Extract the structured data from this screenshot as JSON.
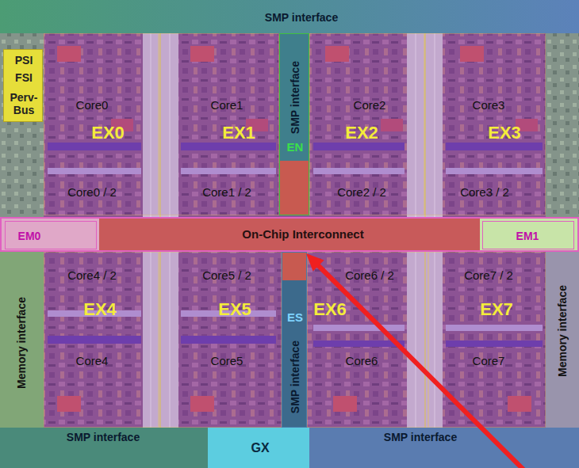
{
  "diagram": {
    "nodes": [
      {
        "text": [
          "SMP interface"
        ]
      },
      {
        "text": [
          "PSI",
          "FSI",
          "Perv- Bus"
        ]
      },
      {
        "text": [
          "Core0",
          "EX0",
          "Core0 / 2"
        ]
      },
      {
        "text": [
          "Core1",
          "EX1",
          "Core1 / 2"
        ]
      },
      {
        "text": [
          "SMP interface",
          "EN"
        ]
      },
      {
        "text": [
          "Core2",
          "EX2",
          "Core2 / 2"
        ]
      },
      {
        "text": [
          "Core3",
          "EX3",
          "Core3 / 2"
        ]
      },
      {
        "text": [
          "On-Chip Interconnect"
        ]
      },
      {
        "text": [
          "EM0"
        ],
        "in": 7
      },
      {
        "text": [
          "EM1"
        ],
        "in": 7
      },
      {
        "text": [
          "Memory interface"
        ]
      },
      {
        "text": [
          "Core4 / 2",
          "EX4",
          "Core4"
        ]
      },
      {
        "text": [
          "Core5 / 2",
          "EX5",
          "Core5"
        ]
      },
      {
        "text": [
          "ES",
          "SMP interface"
        ]
      },
      {
        "text": [
          "Core6 / 2",
          "EX6",
          "Core6"
        ]
      },
      {
        "text": [
          "Core7 / 2",
          "EX7",
          "Core7"
        ]
      },
      {
        "text": [
          "Memory interface"
        ]
      },
      {
        "text": [
          "SMP interface"
        ]
      },
      {
        "text": [
          "GX"
        ]
      },
      {
        "text": [
          "SMP interface"
        ]
      }
    ]
  }
}
